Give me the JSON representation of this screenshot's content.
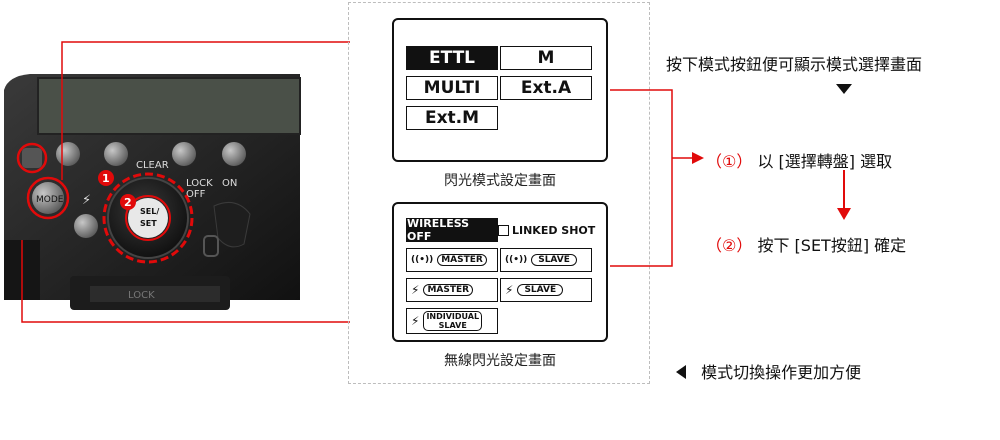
{
  "flash": {
    "labels": {
      "clear": "CLEAR",
      "lock": "LOCK",
      "off": "OFF",
      "on": "ON",
      "mode": "MODE",
      "sel_set": "SEL/\nSET",
      "lock_bottom": "LOCK"
    },
    "markers": {
      "one": "1",
      "two": "2"
    }
  },
  "flash_mode_screen": {
    "cells": [
      "ETTL",
      "M",
      "MULTI",
      "Ext.A",
      "Ext.M"
    ],
    "caption": "閃光模式設定畫面"
  },
  "wireless_screen": {
    "wireless_off": "WIRELESS OFF",
    "linked_shot": "LINKED SHOT",
    "master": "MASTER",
    "slave": "SLAVE",
    "individual": "INDIVIDUAL",
    "individual_slave": "SLAVE",
    "caption": "無線閃光設定畫面"
  },
  "steps": {
    "intro": "按下模式按鈕便可顯示模式選擇畫面",
    "step1_marker": "（①）",
    "step1_text": "以 [選擇轉盤] 選取",
    "step2_marker": "（②）",
    "step2_text": "按下 [SET按鈕] 確定",
    "conclusion": "模式切換操作更加方便"
  },
  "colors": {
    "accent_red": "#e10a0a",
    "ink": "#111111"
  }
}
